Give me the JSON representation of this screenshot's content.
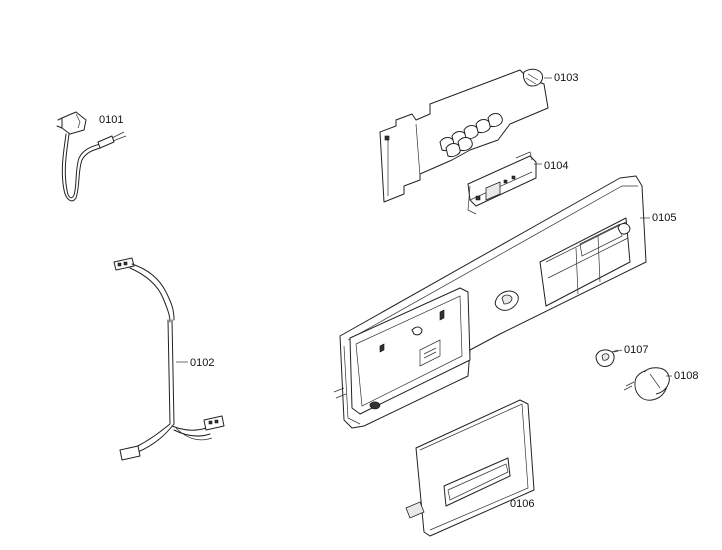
{
  "parts": [
    {
      "code": "0101",
      "name": "power-cord"
    },
    {
      "code": "0102",
      "name": "wire-harness"
    },
    {
      "code": "0103",
      "name": "control-module"
    },
    {
      "code": "0104",
      "name": "display-module"
    },
    {
      "code": "0105",
      "name": "control-panel-fascia"
    },
    {
      "code": "0106",
      "name": "detergent-drawer-front"
    },
    {
      "code": "0107",
      "name": "knob-spindle"
    },
    {
      "code": "0108",
      "name": "selector-knob"
    }
  ]
}
